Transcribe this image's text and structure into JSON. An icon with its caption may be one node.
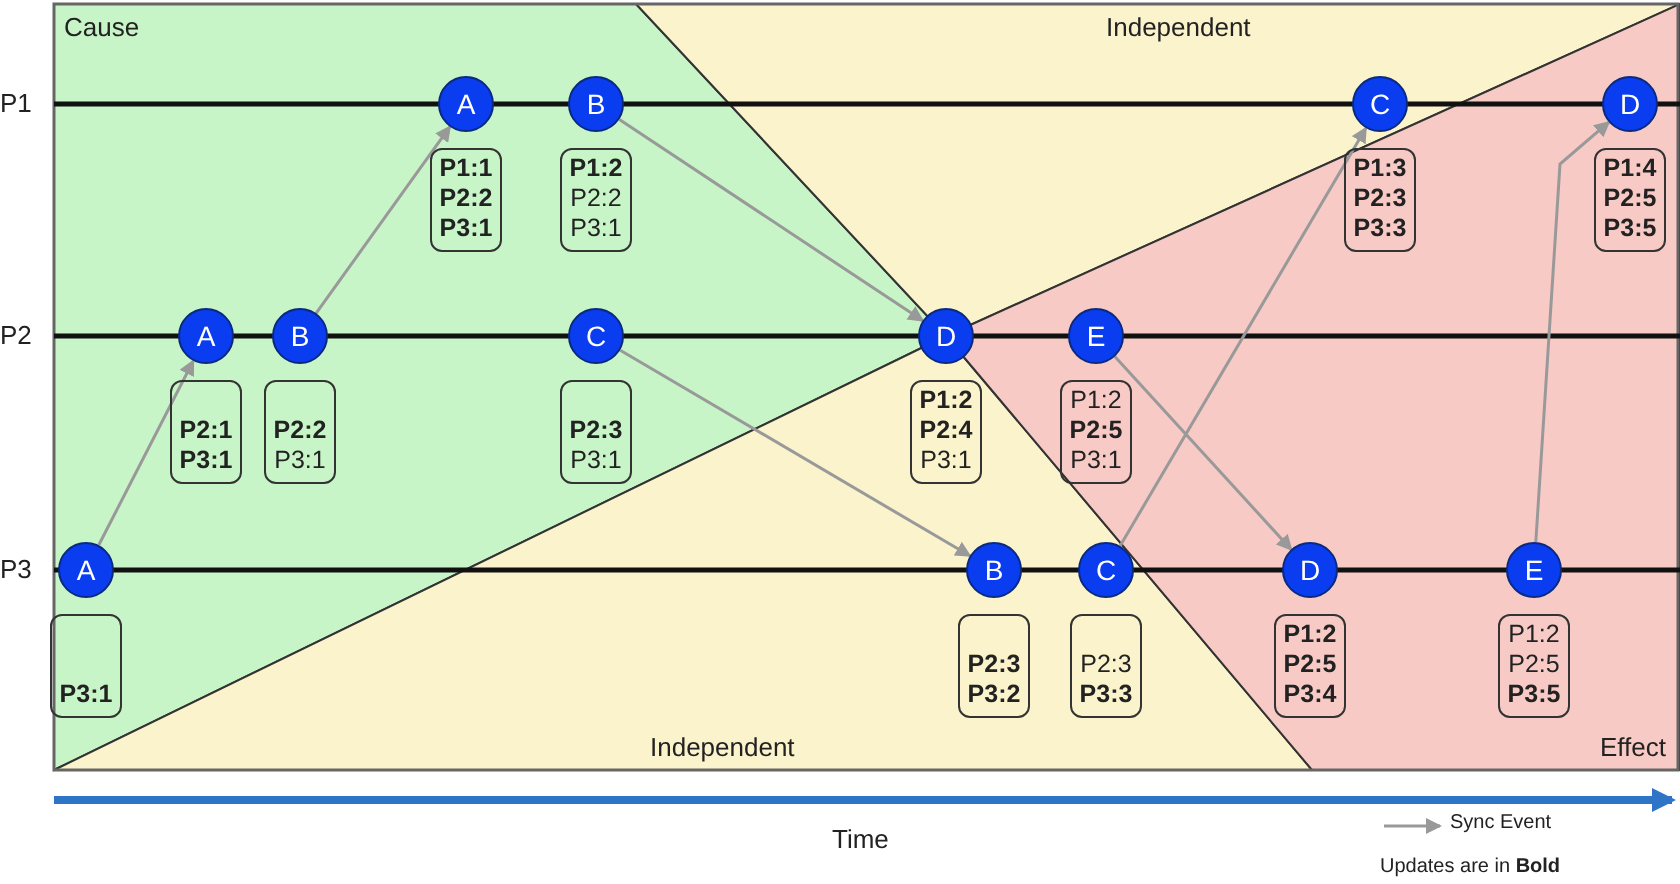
{
  "diagram": {
    "nodes": [
      {
        "text": [
          "A"
        ]
      },
      {
        "text": [
          "**P1:1** **P2:2** **P3:1**"
        ]
      },
      {
        "text": [
          "B"
        ]
      },
      {
        "text": [
          "**P1:2** P2:2 P3:1"
        ]
      },
      {
        "text": [
          "C"
        ]
      },
      {
        "text": [
          "**P1:3** **P2:3** **P3:3**"
        ]
      },
      {
        "text": [
          "D"
        ]
      },
      {
        "text": [
          "**P1:4** **P2:5** **P3:5**"
        ]
      },
      {
        "text": [
          "A"
        ]
      },
      {
        "text": [
          "**P2:1** **P3:1**"
        ]
      },
      {
        "text": [
          "B"
        ]
      },
      {
        "text": [
          "**P2:2** P3:1"
        ]
      },
      {
        "text": [
          "C"
        ]
      },
      {
        "text": [
          "**P2:3** P3:1"
        ]
      },
      {
        "text": [
          "D"
        ]
      },
      {
        "text": [
          "**P1:2** **P2:4** P3:1"
        ]
      },
      {
        "text": [
          "E"
        ]
      },
      {
        "text": [
          "P1:2 **P2:5** P3:1"
        ]
      },
      {
        "text": [
          "A"
        ]
      },
      {
        "text": [
          "**P3:1**"
        ]
      },
      {
        "text": [
          "B"
        ]
      },
      {
        "text": [
          "**P2:3** **P3:2**"
        ]
      },
      {
        "text": [
          "C"
        ]
      },
      {
        "text": [
          "P2:3 **P3:3**"
        ]
      },
      {
        "text": [
          "D"
        ]
      },
      {
        "text": [
          "**P1:2** **P2:5** **P3:4**"
        ]
      },
      {
        "text": [
          "E"
        ]
      },
      {
        "text": [
          "P1:2 P2:5 **P3:5**"
        ]
      }
    ],
    "edges": [
      {
        "from": 18,
        "to": 8,
        "arrow": "to"
      },
      {
        "from": 10,
        "to": 0,
        "arrow": "to"
      },
      {
        "from": 2,
        "to": 14,
        "arrow": "to"
      },
      {
        "from": 12,
        "to": 20,
        "arrow": "to"
      },
      {
        "from": 22,
        "to": 4,
        "arrow": "to"
      },
      {
        "from": 16,
        "to": 24,
        "arrow": "to"
      },
      {
        "from": 26,
        "to": 6,
        "arrow": "to"
      }
    ],
    "labels": [
      "Cause",
      "Independent",
      "P1",
      "P2",
      "P3",
      "Independent",
      "Effect",
      "Time",
      "Updates are in **Bold**"
    ],
    "legend": [
      {
        "text": "Sync Event"
      }
    ]
  }
}
